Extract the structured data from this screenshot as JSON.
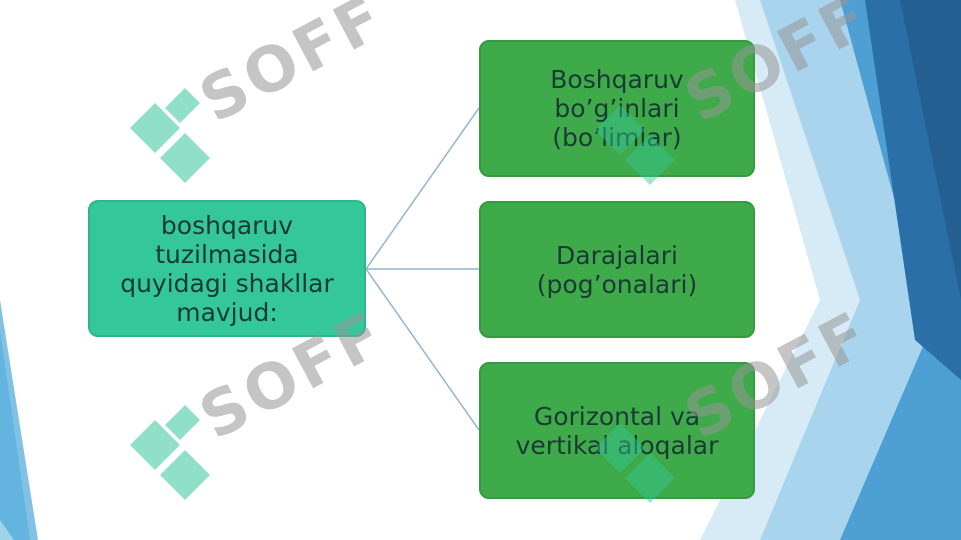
{
  "diagram": {
    "root": {
      "label": "boshqaruv\ntuzilmasida\nquyidagi shakllar\nmavjud:"
    },
    "children": [
      {
        "label": "Boshqaruv\nbo’g’inlari\n(bo’limlar)"
      },
      {
        "label": "Darajalari\n(pog’onalari)"
      },
      {
        "label": "Gorizontal va\nvertikal aloqalar"
      }
    ]
  },
  "watermark": {
    "text": "SOFF",
    "icon": "ss-logo-icon"
  },
  "colors": {
    "root_fill": "#34c79a",
    "child_fill": "#3eaa49",
    "connector": "#8fb4cf",
    "accent_blue": "#2f7fb8",
    "text": "#1b3a35"
  }
}
